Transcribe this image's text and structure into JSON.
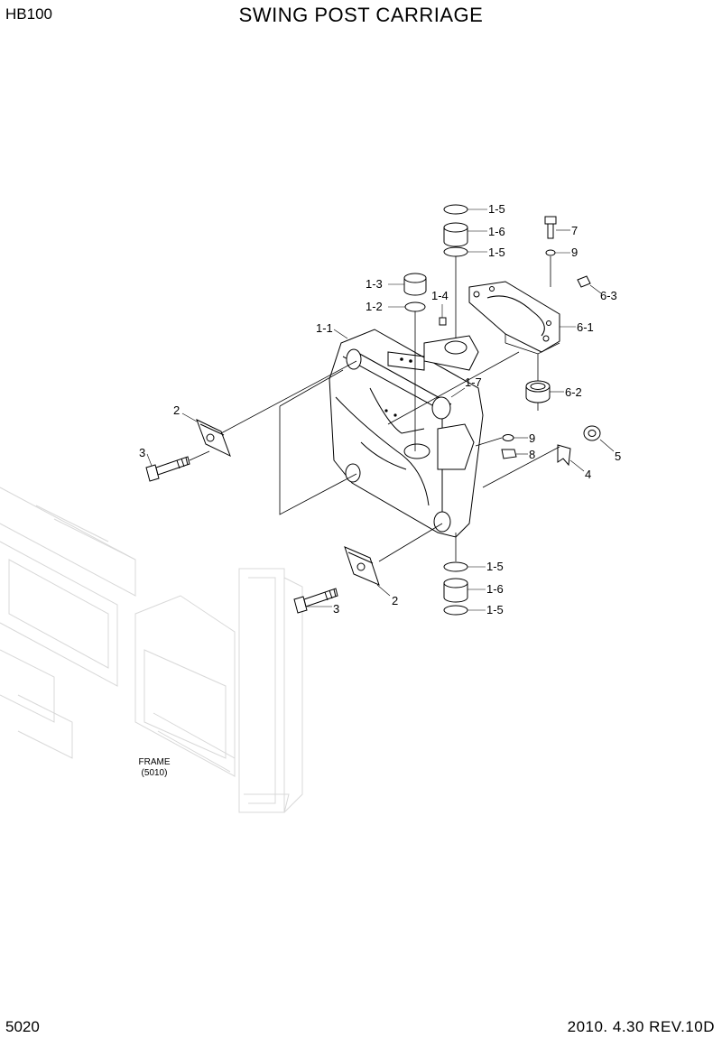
{
  "header": {
    "model": "HB100",
    "title": "SWING POST CARRIAGE"
  },
  "footer": {
    "page": "5020",
    "revision": "2010. 4.30  REV.10D"
  },
  "frame_ref": {
    "name": "FRAME",
    "code": "(5010)"
  },
  "callouts": {
    "top_oring_a": "1-5",
    "top_bush": "1-6",
    "top_oring_b": "1-5",
    "bolt7": "7",
    "washer9_top": "9",
    "bush13": "1-3",
    "ring12": "1-2",
    "fitting14": "1-4",
    "pin63": "6-3",
    "plate61": "6-1",
    "carriage11": "1-1",
    "part17": "1-7",
    "collar62": "6-2",
    "washer9_mid": "9",
    "nut8": "8",
    "nut5": "5",
    "lock4": "4",
    "pad2_upper": "2",
    "bolt3_upper": "3",
    "bot_oring_a": "1-5",
    "bot_bush": "1-6",
    "bot_oring_b": "1-5",
    "pad2_lower": "2",
    "bolt3_lower": "3"
  }
}
